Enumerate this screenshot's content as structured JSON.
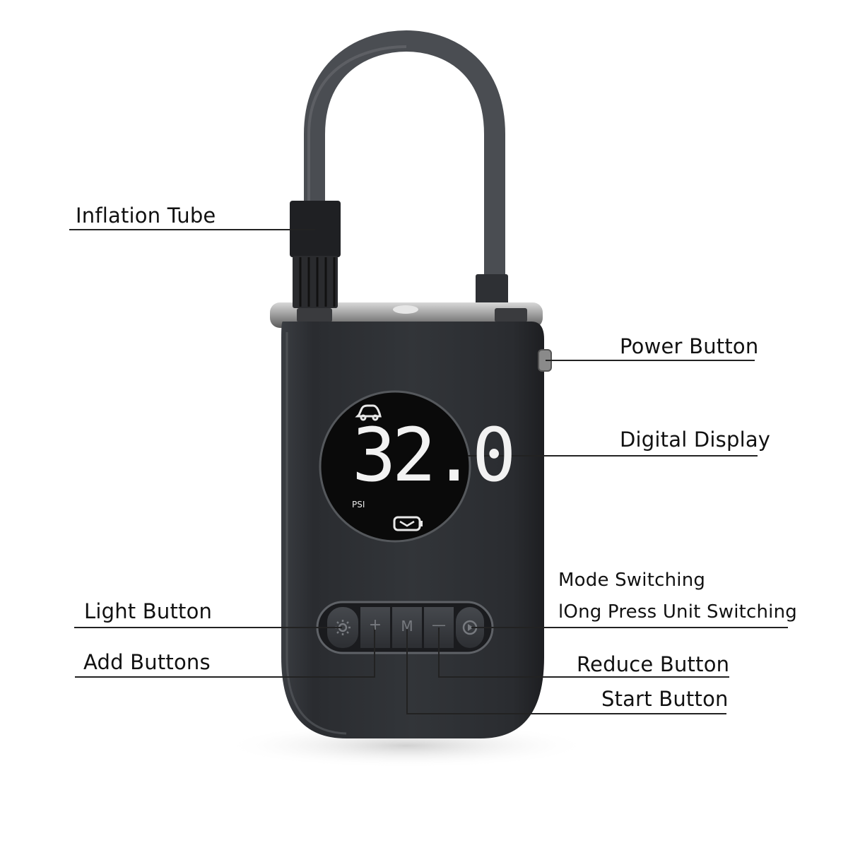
{
  "labels": {
    "inflation_tube": "Inflation Tube",
    "power_button": "Power Button",
    "digital_display": "Digital Display",
    "mode_switching": "Mode Switching",
    "long_press": "lOng Press Unit Switching",
    "light_button": "Light Button",
    "add_buttons": "Add Buttons",
    "reduce_button": "Reduce Button",
    "start_button": "Start Button"
  },
  "display": {
    "reading": "32.0",
    "unit": "PSI"
  },
  "buttons": {
    "add": "+",
    "mode": "M",
    "reduce": "—"
  }
}
